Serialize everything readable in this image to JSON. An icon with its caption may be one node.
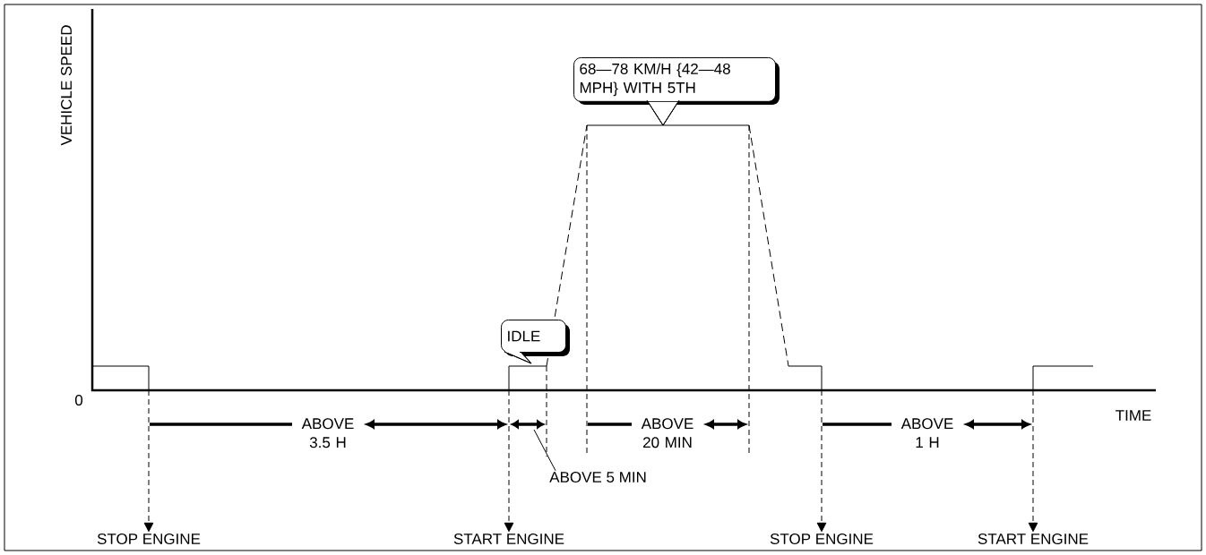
{
  "diagram": {
    "nodes": [
      {
        "text": [
          "68—78 KM/H {42—48 MPH} WITH 5TH"
        ]
      },
      {
        "text": [
          "IDLE"
        ]
      },
      {
        "text": [
          "STOP ENGINE"
        ]
      },
      {
        "text": [
          "START ENGINE"
        ]
      },
      {
        "text": [
          "STOP ENGINE"
        ]
      },
      {
        "text": [
          "START ENGINE"
        ]
      },
      {
        "text": [
          "ABOVE 5 MIN"
        ]
      }
    ],
    "edges": [
      {
        "from": null,
        "to": 2,
        "arrow": "to",
        "style": "dashed"
      },
      {
        "from": null,
        "to": 3,
        "arrow": "to",
        "style": "dashed"
      },
      {
        "from": null,
        "to": 4,
        "arrow": "to",
        "style": "dashed"
      },
      {
        "from": null,
        "to": 5,
        "arrow": "to",
        "style": "dashed"
      },
      {
        "from": 6,
        "to": null,
        "arrow": "none"
      }
    ],
    "labels": [
      "VEHICLE SPEED",
      "0",
      "ABOVE 3.5 H",
      "ABOVE 20 MIN",
      "ABOVE 1 H",
      "TIME"
    ]
  }
}
